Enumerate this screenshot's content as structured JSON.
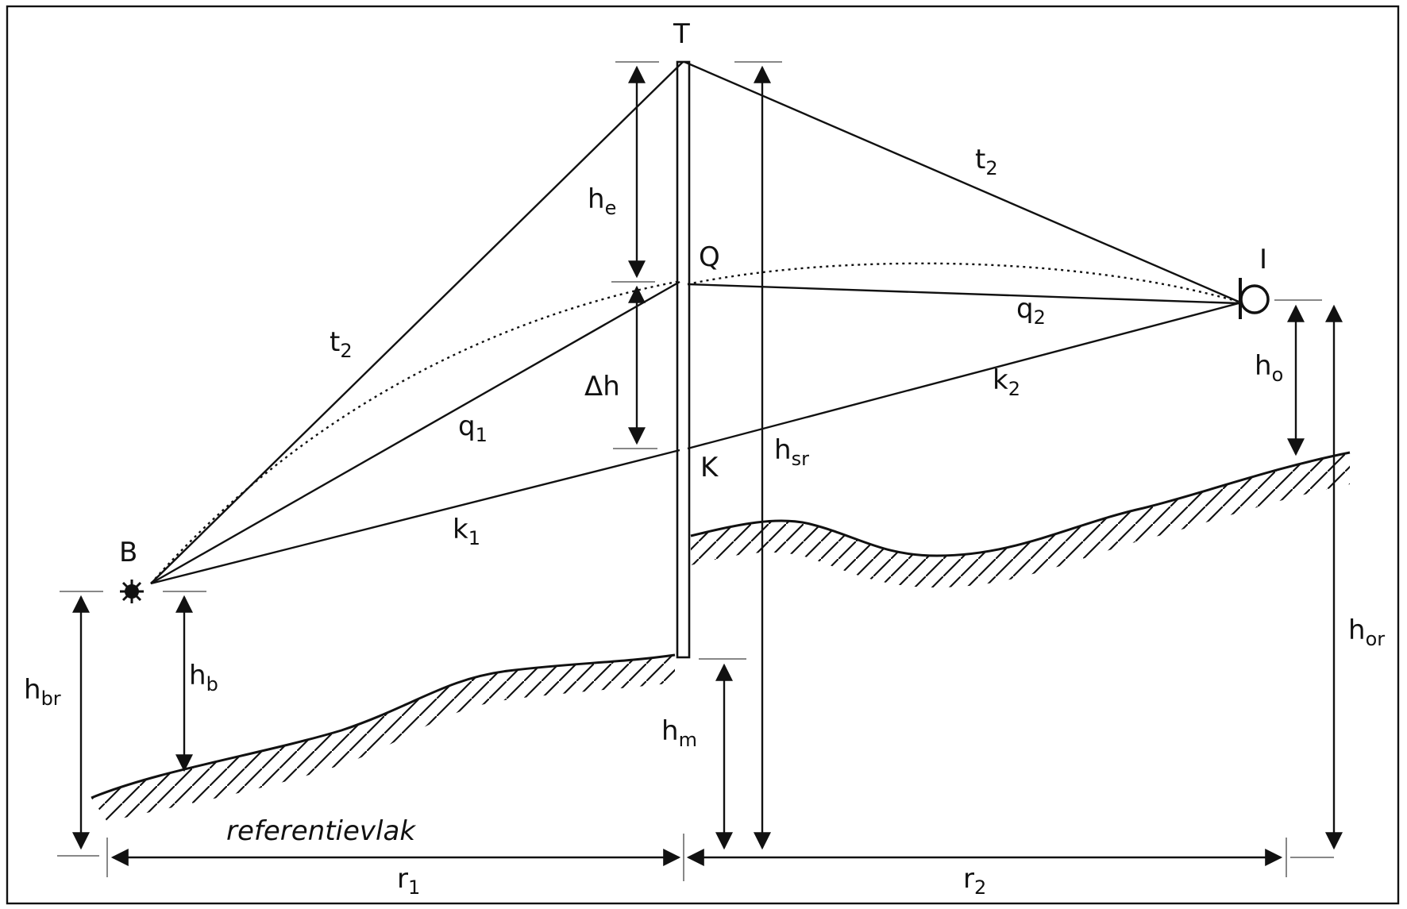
{
  "points": {
    "T": "T",
    "Q": "Q",
    "K": "K",
    "B": "B",
    "I": "I"
  },
  "labels": {
    "he_main": "h",
    "he_sub": "e",
    "dh": "Δh",
    "ho_main": "h",
    "ho_sub": "o",
    "hsr_main": "h",
    "hsr_sub": "sr",
    "hor_main": "h",
    "hor_sub": "or",
    "hbr_main": "h",
    "hbr_sub": "br",
    "hb_main": "h",
    "hb_sub": "b",
    "hm_main": "h",
    "hm_sub": "m",
    "t2_left_main": "t",
    "t2_left_sub": "2",
    "t2_right_main": "t",
    "t2_right_sub": "2",
    "q1_main": "q",
    "q1_sub": "1",
    "q2_main": "q",
    "q2_sub": "2",
    "k1_main": "k",
    "k1_sub": "1",
    "k2_main": "k",
    "k2_sub": "2",
    "r1_main": "r",
    "r1_sub": "1",
    "r2_main": "r",
    "r2_sub": "2",
    "reference": "referentievlak"
  }
}
